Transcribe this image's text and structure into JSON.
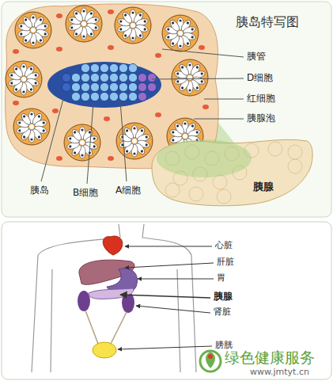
{
  "diagram": {
    "title": "胰岛特写图",
    "nodes": [
      {
        "text": [
          "胰腺"
        ]
      }
    ],
    "labels": [
      "胰管",
      "D细胞",
      "红细胞",
      "胰腺泡",
      "胰岛",
      "B细胞",
      "A细胞",
      "心脏",
      "肝脏",
      "胃",
      "胰腺",
      "肾脏",
      "膀胱",
      "绿色健康服务",
      "www.jmtyt.cn"
    ]
  }
}
